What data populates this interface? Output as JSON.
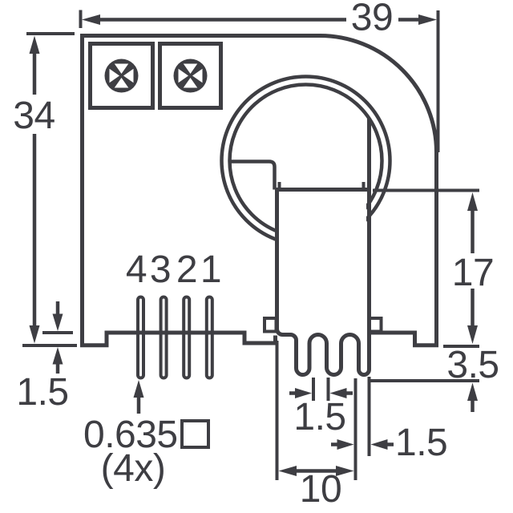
{
  "drawing": {
    "dimensions": {
      "top_width": "39",
      "left_height": "34",
      "right_pin_length": "17",
      "right_standoff": "3.5",
      "left_standoff": "1.5",
      "prong_gap": "1.5",
      "prong_width": "1.5",
      "primary_width": "10"
    },
    "annotations": {
      "pin_size": "0.635",
      "pin_size_symbol": "□",
      "pin_count": "(4x)"
    },
    "pin_labels": [
      "4",
      "3",
      "2",
      "1"
    ],
    "colors": {
      "line": "#3e3e43",
      "background": "#ffffff"
    }
  }
}
